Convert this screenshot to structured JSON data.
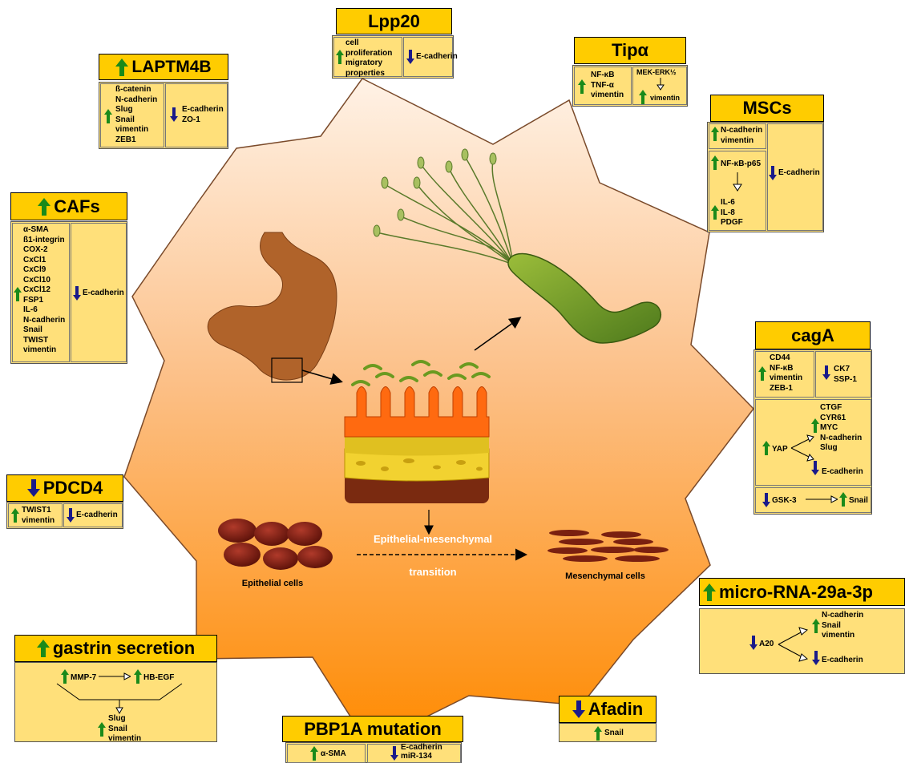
{
  "colors": {
    "title_bg": "#ffcc00",
    "box_bg": "#ffe07a",
    "up": "#1a8a1a",
    "down": "#1a1a8a",
    "star_top": "#fde4cc",
    "star_bottom": "#ff8c00",
    "stomach": "#b0632a"
  },
  "center": {
    "emt_line1": "Epithelial-mesenchymal",
    "emt_line2": "transition",
    "epithelial": "Epithelial cells",
    "mesenchymal": "Mesenchymal cells"
  },
  "lpp20": {
    "title": "Lpp20",
    "up": [
      "cell",
      "proliferation",
      "migratory",
      "properties"
    ],
    "down": [
      "E-cadherin"
    ]
  },
  "laptm4b": {
    "title": "LAPTM4B",
    "up": [
      "ß-catenin",
      "N-cadherin",
      "Slug",
      "Snail",
      "vimentin",
      "ZEB1"
    ],
    "down": [
      "E-cadherin",
      "ZO-1"
    ]
  },
  "tipa": {
    "title": "Tipα",
    "up": [
      "NF-κB",
      "TNF-α",
      "vimentin"
    ],
    "mek": "MEK-ERK½",
    "mek_up": "vimentin"
  },
  "mscs": {
    "title": "MSCs",
    "up1": [
      "N-cadherin",
      "vimentin"
    ],
    "up2a": "NF-κB-p65",
    "up2b": [
      "IL-6",
      "IL-8",
      "PDGF"
    ],
    "down": [
      "E-cadherin"
    ]
  },
  "cafs": {
    "title": "CAFs",
    "up": [
      "α-SMA",
      "ß1-integrin",
      "COX-2",
      "CxCl1",
      "CxCl9",
      "CxCl10",
      "CxCl12",
      "FSP1",
      "IL-6",
      "N-cadherin",
      "Snail",
      "TWIST",
      "vimentin"
    ],
    "down": [
      "E-cadherin"
    ]
  },
  "caga": {
    "title": "cagA",
    "up": [
      "CD44",
      "NF-κB",
      "vimentin",
      "ZEB-1"
    ],
    "down": [
      "CK7",
      "SSP-1"
    ],
    "yap": "YAP",
    "yap_up": [
      "CTGF",
      "CYR61",
      "MYC",
      "N-cadherin",
      "Slug"
    ],
    "yap_down": "E-cadherin",
    "gsk": "GSK-3",
    "snail": "Snail"
  },
  "pdcd4": {
    "title": "PDCD4",
    "up": [
      "TWIST1",
      "vimentin"
    ],
    "down": [
      "E-cadherin"
    ]
  },
  "mir": {
    "title": "micro-RNA-29a-3p",
    "a20": "A20",
    "up": [
      "N-cadherin",
      "Snail",
      "vimentin"
    ],
    "down": "E-cadherin"
  },
  "gastrin": {
    "title": "gastrin secretion",
    "mmp": "MMP-7",
    "hb": "HB-EGF",
    "up": [
      "Slug",
      "Snail",
      "vimentin"
    ]
  },
  "afadin": {
    "title": "Afadin",
    "up": "Snail"
  },
  "pbp1a": {
    "title": "PBP1A mutation",
    "up": "α-SMA",
    "down": [
      "E-cadherin",
      "miR-134"
    ]
  }
}
